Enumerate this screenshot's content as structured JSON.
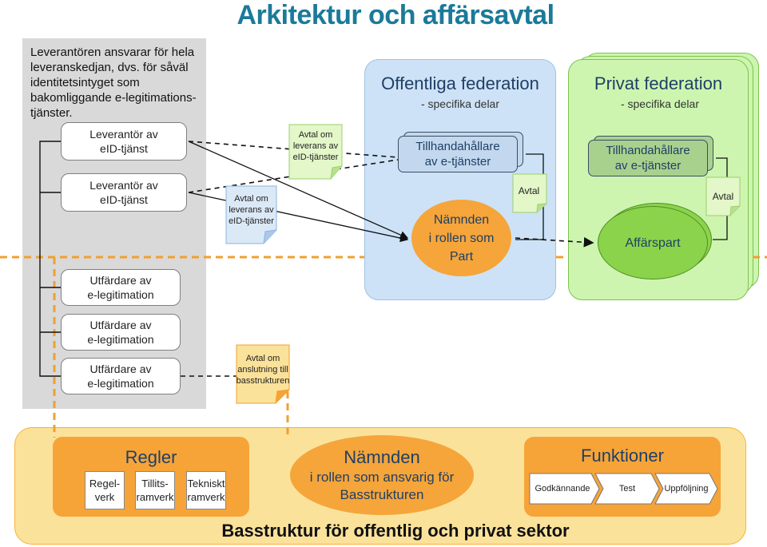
{
  "title": "Arkitektur och affärsavtal",
  "left_panel": {
    "description": "Leverantören ansvarar för hela leveranskedjan, dvs. för såväl identitetsintyget som bakomliggande e-legitimations-tjänster.",
    "suppliers": [
      {
        "line1": "Leverantör av",
        "line2": "eID-tjänst"
      },
      {
        "line1": "Leverantör av",
        "line2": "eID-tjänst"
      }
    ],
    "issuers": [
      {
        "line1": "Utfärdare av",
        "line2": "e-legitimation"
      },
      {
        "line1": "Utfärdare av",
        "line2": "e-legitimation"
      },
      {
        "line1": "Utfärdare av",
        "line2": "e-legitimation"
      }
    ]
  },
  "notes": {
    "avtal_leverans_top": [
      "Avtal om",
      "leverans av",
      "eID-tjänster"
    ],
    "avtal_leverans_mid": [
      "Avtal om",
      "leverans av",
      "eID-tjänster"
    ],
    "avtal_anslutning": [
      "Avtal om",
      "anslutning till",
      "basstrukturen"
    ],
    "avtal_public": "Avtal",
    "avtal_private": "Avtal"
  },
  "public_federation": {
    "title": "Offentliga federation",
    "subtitle": "- specifika delar",
    "provider": {
      "line1": "Tillhandahållare",
      "line2": "av e-tjänster"
    },
    "oval": {
      "line1": "Nämnden",
      "line2": "i rollen som",
      "line3": "Part"
    }
  },
  "private_federation": {
    "title": "Privat federation",
    "subtitle": "- specifika delar",
    "provider": {
      "line1": "Tillhandahållare",
      "line2": "av e-tjänster"
    },
    "oval": "Affärspart"
  },
  "basstruktur": {
    "rules": {
      "title": "Regler",
      "items": [
        {
          "line1": "Regel-",
          "line2": "verk"
        },
        {
          "line1": "Tillits-",
          "line2": "ramverk"
        },
        {
          "line1": "Tekniskt",
          "line2": "ramverk"
        }
      ]
    },
    "board": {
      "title": "Nämnden",
      "line1": "i rollen som ansvarig för",
      "line2": "Basstrukturen"
    },
    "functions": {
      "title": "Funktioner",
      "items": [
        "Godkännande",
        "Test",
        "Uppföljning"
      ]
    },
    "footer": "Basstruktur för offentlig och privat sektor"
  },
  "colors": {
    "title": "#1b7a99",
    "gray_panel": "#d9d9d9",
    "public_bg": "#cde2f6",
    "private_bg": "#cdf5b0",
    "provider_public": "#c3d8ee",
    "provider_private": "#a9d18e",
    "oval": "#f5a53a",
    "band": "#fbe29a",
    "block": "#f6a438",
    "note_blue": "#dbe9f7",
    "note_green": "#e3f7c9",
    "dashed_orange": "#f0a030"
  }
}
